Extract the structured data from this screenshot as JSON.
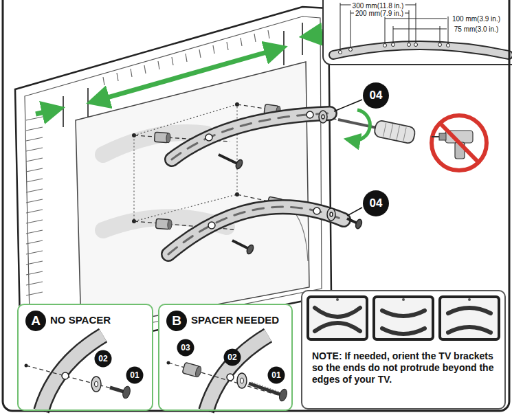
{
  "diagram": {
    "nodes": [
      {
        "text": [
          "A",
          "NO SPACER"
        ]
      },
      {
        "text": [
          "B",
          "SPACER NEEDED"
        ]
      },
      {
        "text": [
          "NOTE: If needed, orient the TV brackets so the ends do not protrude beyond the edges of your TV."
        ]
      }
    ],
    "labels": [
      "300 mm(11.8 in.)",
      "200 mm(7.9 in.)",
      "100 mm(3.9 in.)",
      "75 mm(3.0 in.)",
      "04",
      "04",
      "02",
      "01",
      "03",
      "02",
      "01"
    ]
  }
}
